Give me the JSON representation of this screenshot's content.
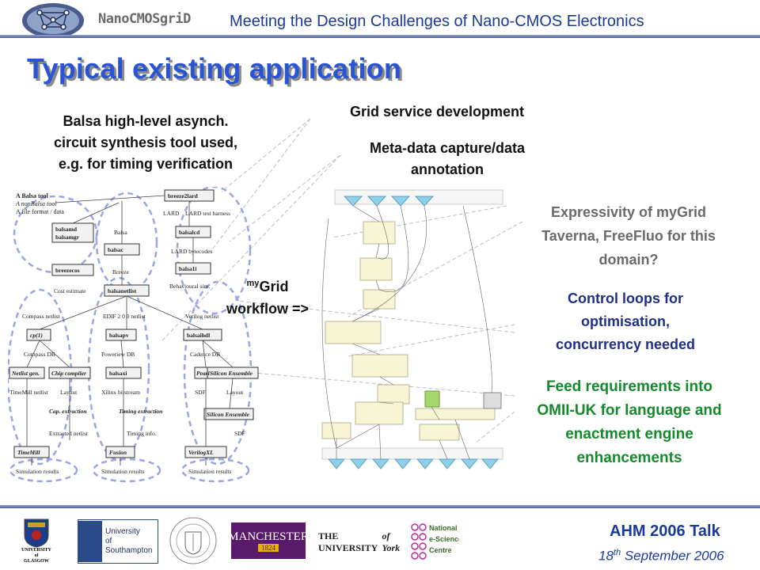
{
  "header": {
    "brand": "NanoCMOSgriD",
    "subtitle": "Meeting the Design Challenges of Nano-CMOS Electronics"
  },
  "title": "Typical existing application",
  "left_caption": [
    "Balsa high-level asynch.",
    "circuit synthesis tool used,",
    "e.g. for timing verification"
  ],
  "grid_service": "Grid service development",
  "metadata": [
    "Meta-data capture/data",
    "annotation"
  ],
  "mygrid": {
    "sup": "my",
    "word": "Grid",
    "line2": "workflow =>"
  },
  "expressivity": [
    "Expressivity of myGrid",
    "Taverna, FreeFluo for this",
    "domain?"
  ],
  "control_loops": [
    "Control loops for",
    "optimisation,",
    "concurrency needed"
  ],
  "feed_requirements": [
    "Feed requirements into",
    "OMII-UK for language and",
    "enactment engine",
    "enhancements"
  ],
  "flow": {
    "legend": [
      "A Balsa tool",
      "A nonBalsa tool",
      "A file format / data"
    ],
    "tools": [
      "breeze2lard",
      "balsamd\nbalsamgr",
      "balsac",
      "balsalcd",
      "breezecos",
      "balsa1i",
      "balsanetlist",
      "cp(1)",
      "balsapv",
      "balsaihdl",
      "Netlist gen.",
      "Chip compiler",
      "balsaxi",
      "Pearl",
      "Silicon Ensemble",
      "Silicon Ensemble",
      "TimeMill",
      "Fusion",
      "VerilogXL"
    ],
    "labels": [
      "Balsa",
      "Breeze",
      "LARD",
      "LARD test harness",
      "LARD bytecodes",
      "Behavioural sim.",
      "Cost estimate",
      "Compass netlist",
      "EDIF 2 0 0 netlist",
      "Verilog netlist",
      "Compass DB",
      "Poweriew DB",
      "Cadence DB",
      "TimeMill netlist",
      "Layout",
      "Xilinx bitstream",
      "SDF",
      "Layout",
      "Cap. extraction",
      "Timing extraction",
      "Extracted netlist",
      "Timing info.",
      "SDF",
      "Simulation results",
      "Simulation results",
      "Simulation results"
    ]
  },
  "footer": {
    "talk": "AHM 2006 Talk",
    "date_pre": "18",
    "date_sup": "th",
    "date_post": " September 2006",
    "logos": [
      "UNIVERSITY of GLASGOW",
      "University of Southampton",
      "THE UNIVERSITY of EDINBURGH",
      "MANCHESTER 1824",
      "THE UNIVERSITY of York",
      "National e-Science Centre"
    ]
  }
}
